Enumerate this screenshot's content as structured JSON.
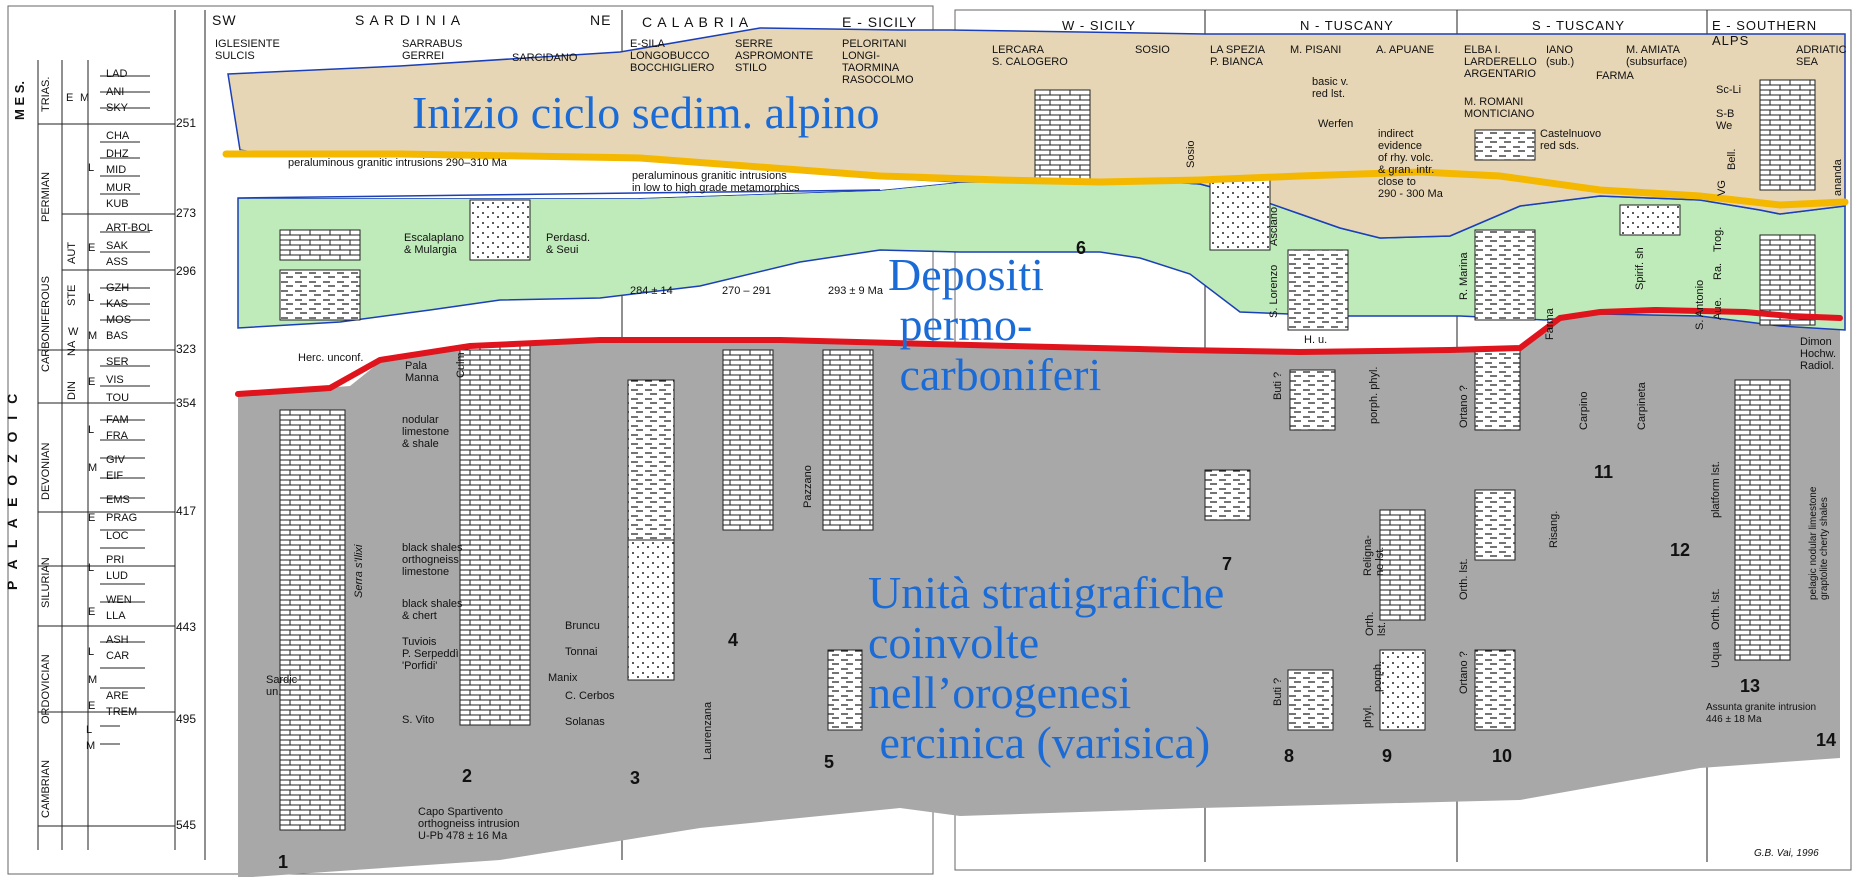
{
  "overlay": {
    "inizio": "Inizio ciclo sedim. alpino",
    "depositi": "Depositi\n permo-\n carboniferi",
    "unita": "Unità stratigrafiche\ncoinvolte\nnell’orogenesi\n ercinica (varisica)"
  },
  "stratigraphy": {
    "era": "P A L A E O Z O I C",
    "meso": "M E S.",
    "periods": [
      "TRIAS.",
      "PERMIAN",
      "CARBONIFEROUS",
      "DEVONIAN",
      "SILURIAN",
      "ORDOVICIAN",
      "CAMBRIAN"
    ],
    "subdivisions": [
      "E",
      "M",
      "L",
      "AUT",
      "E",
      "STE",
      "W",
      "NA",
      "DIN",
      "L",
      "M",
      "E",
      "L",
      "M",
      "E",
      "L",
      "E",
      "L",
      "M",
      "E",
      "L",
      "M"
    ],
    "stages": [
      "LAD",
      "ANI",
      "SKY",
      "CHA",
      "DHZ",
      "MID",
      "MUR",
      "KUB",
      "ART-BOL",
      "SAK",
      "ASS",
      "GZH",
      "KAS",
      "MOS",
      "BAS",
      "SER",
      "VIS",
      "TOU",
      "FAM",
      "FRA",
      "GIV",
      "EIF",
      "EMS",
      "PRAG",
      "LOC",
      "PRI",
      "LUD",
      "WEN",
      "LLA",
      "ASH",
      "CAR",
      "ARE",
      "TREM"
    ],
    "ages": [
      "251",
      "273",
      "296",
      "323",
      "354",
      "417",
      "443",
      "495",
      "545"
    ]
  },
  "regions": {
    "sw": "SW",
    "sardinia": "S A R D I N I A",
    "ne": "NE",
    "calabria": "C A L A B R I A",
    "esicily": "E - SICILY",
    "wsicily": "W - SICILY",
    "ntuscany": "N - TUSCANY",
    "stuscany": "S - TUSCANY",
    "salps": "E - SOUTHERN ALPS"
  },
  "localities": {
    "iglesiente": "IGLESIENTE\nSULCIS",
    "sarrabus": "SARRABUS\nGERREI",
    "sarcidano": "SARCIDANO",
    "esila": "E-SILA\nLONGOBUCCO\nBOCCHIGLIERO",
    "serre": "SERRE\nASPROMONTE\nSTILO",
    "peloritani": "PELORITANI\nLONGI-\nTAORMINA\nRASOCOLMO",
    "lercara": "LERCARA\nS. CALOGERO",
    "sosio": "SOSIO",
    "laspezia": "LA SPEZIA\nP. BIANCA",
    "mpisani": "M. PISANI",
    "apuane": "A. APUANE",
    "elba": "ELBA I.\nLARDERELLO\nARGENTARIO",
    "iano": "IANO\n(sub.)",
    "mamiata": "M. AMIATA\n(subsurface)",
    "farma": "FARMA",
    "adriatic": "ADRIATIC\nSEA",
    "mromani": "M. ROMANI\nMONTICIANO"
  },
  "annotations": {
    "perSard": "peraluminous granitic intrusions 290–310 Ma",
    "perCal": "peraluminous granitic intrusions\nin low to high grade metamorphics",
    "escala": "Escalaplano\n& Mulargia",
    "perdasd": "Perdasd.\n& Seui",
    "age284": "284 ± 14",
    "age270": "270 – 291",
    "age293": "293 ± 9 Ma",
    "herc": "Herc. unconf.",
    "nodular": "nodular\nlimestone\n& shale",
    "blackshales": "black shales\northogneiss\nlimestone",
    "blackchert": "black shales\n& chert",
    "tuviois": "Tuviois\nP. Serpeddì\n'Porfidi'",
    "svito": "S. Vito",
    "bruncu": "Bruncu",
    "tonnai": "Tonnai",
    "manix": "Manix",
    "ccerbos": "C. Cerbos",
    "solanas": "Solanas",
    "sardic": "Sardic\nun.",
    "capo": "Capo Spartivento\northogneiss intrusion\nU-Pb 478 ± 16 Ma",
    "culm": "Culm",
    "pala": "Pala\nManna",
    "serra": "Serra s'Ilixi",
    "pazzano": "Pazzano",
    "laurenzana": "Laurenzana",
    "basic": "basic v.\nred lst.",
    "werfen": "Werfen",
    "indirect": "indirect\nevidence\nof rhy. volc.\n& gran. intr.\nclose to\n290 - 300 Ma",
    "castelnuovo": "Castelnuovo\nred sds.",
    "sc": "Sc-Li\n\nS-B\nWe",
    "bell": "Bell.",
    "vg": "VG",
    "ananda": "ananda",
    "asciano": "Asciano",
    "slorenzo": "S. Lorenzo",
    "rmarina": "R. Marina",
    "spirifsh": "Spirif. sh",
    "aue": "Aue.",
    "ra": "Ra.",
    "trog": "Trog.",
    "hu": "H. u.",
    "dimon": "Dimon\nHochw.\nRadiol.",
    "buti1": "Buti ?",
    "porphphyl": "porph. phyl.",
    "ortano1": "Ortano ?",
    "farma2": "Farma",
    "carpino": "Carpino",
    "carpineta": "Carpineta",
    "santantonio": "S. Antonio",
    "platform": "platform lst.",
    "pelagic": "pelagic nodular limestone\ngraptolite cherty shales",
    "religna": "Religna-\nno lst.",
    "orthlst": "Orth.\nlst.",
    "orthlst2": "Orth. lst.",
    "risang": "Risang.",
    "buti2": "Buti ?",
    "porph2": "porph.",
    "phyl2": "phyl.",
    "ortano2": "Ortano ?",
    "uqua": "Uqua",
    "orthlst3": "Orth. lst.",
    "assunta": "Assunta granite intrusion\n446 ± 18 Ma",
    "gbvai": "G.B. Vai, 1996",
    "sosio2": "Sosio"
  },
  "column_numbers": [
    "1",
    "2",
    "3",
    "4",
    "5",
    "6",
    "7",
    "8",
    "9",
    "10",
    "11",
    "12",
    "13",
    "14"
  ],
  "colors": {
    "mesozoic": "#e7d6b5",
    "permocarb": "#bfeab9",
    "paleozoic": "#a8a8a8",
    "overlay_text": "#1b6bd6",
    "alpine_line": "#f5b800",
    "hercynian_line": "#e0141c",
    "outline": "#1a3fb8"
  }
}
